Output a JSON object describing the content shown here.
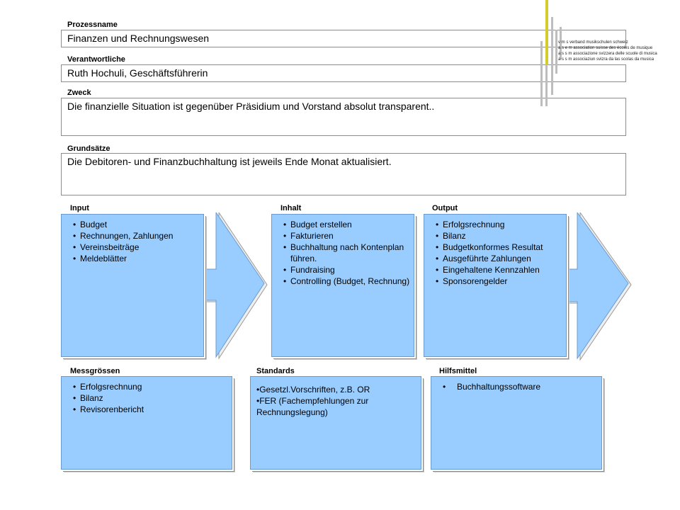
{
  "header": {
    "prozessname_label": "Prozessname",
    "prozessname_value": "Finanzen und Rechnungswesen",
    "verantwortliche_label": "Verantwortliche",
    "verantwortliche_value": "Ruth Hochuli, Geschäftsführerin",
    "zweck_label": "Zweck",
    "zweck_value": "Die finanzielle Situation ist gegenüber Präsidium und Vorstand absolut transparent..",
    "grundsaetze_label": "Grundsätze",
    "grundsaetze_value": "Die Debitoren- und Finanzbuchhaltung ist jeweils Ende Monat aktualisiert."
  },
  "logo": {
    "lines": [
      "v m s verband musikschulen schweiz",
      "a s e m association suisse des écoles de musique",
      "a s s m associazione svizzera delle scuole di musica",
      "a s s m associaziun svizra da las scolas da musica"
    ],
    "colors": {
      "yellow": "#d4cc2a",
      "grey": "#bdbdbd"
    }
  },
  "flow": {
    "input": {
      "label": "Input",
      "items": [
        "Budget",
        "Rechnungen, Zahlungen",
        "Vereinsbeiträge",
        "Meldeblätter"
      ]
    },
    "inhalt": {
      "label": "Inhalt",
      "items": [
        "Budget erstellen",
        "Fakturieren",
        "Buchhaltung nach Kontenplan führen.",
        "Fundraising",
        "Controlling (Budget, Rechnung)"
      ]
    },
    "output": {
      "label": "Output",
      "items": [
        "Erfolgsrechnung",
        "Bilanz",
        "Budgetkonformes Resultat",
        "Ausgeführte Zahlungen",
        "Eingehaltene Kennzahlen",
        "Sponsorengelder"
      ]
    }
  },
  "bottom": {
    "messgroessen": {
      "label": "Messgrössen",
      "items": [
        "Erfolgsrechnung",
        "Bilanz",
        "Revisorenbericht"
      ]
    },
    "standards": {
      "label": "Standards",
      "lines": [
        "•Gesetzl.Vorschriften, z.B. OR",
        "•FER (Fachempfehlungen zur Rechnungslegung)"
      ]
    },
    "hilfsmittel": {
      "label": "Hilfsmittel",
      "items": [
        "Buchhaltungssoftware"
      ]
    }
  },
  "colors": {
    "box_fill": "#99ccff",
    "box_border": "#6a9bd0"
  }
}
